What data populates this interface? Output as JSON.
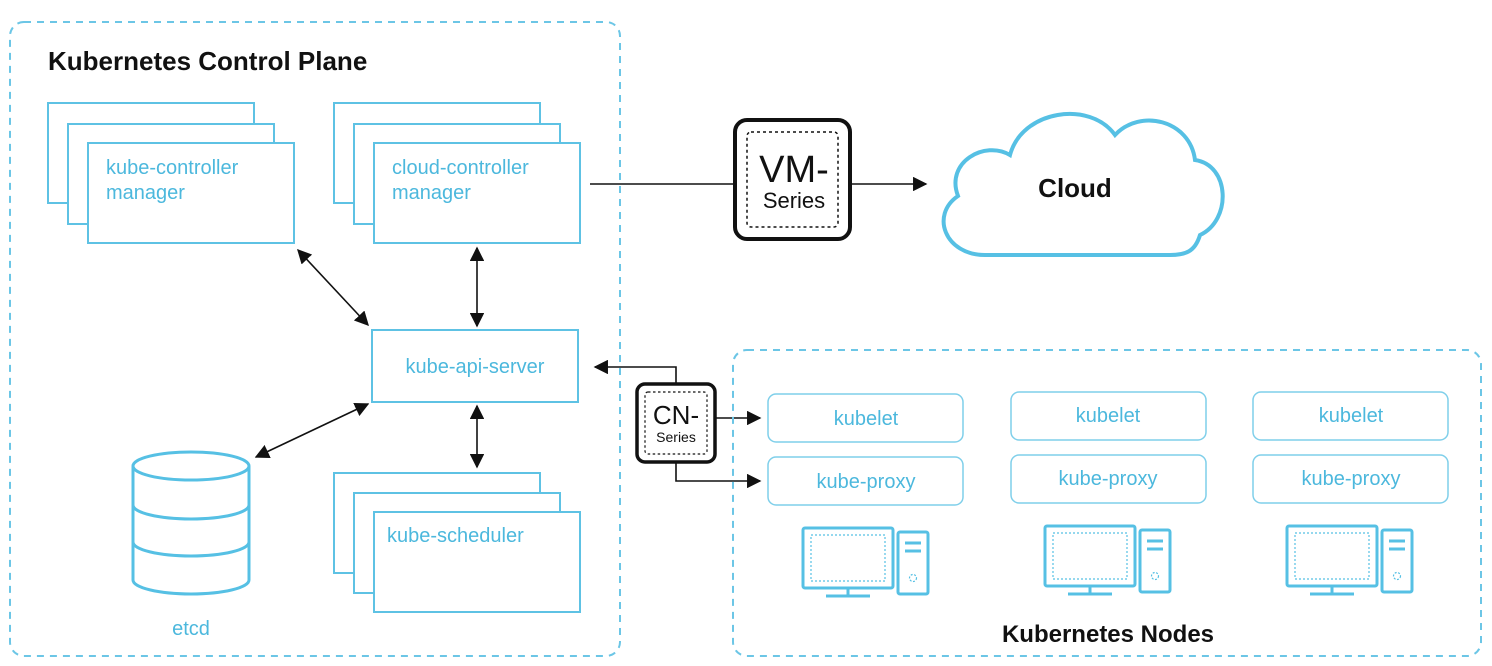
{
  "control_plane": {
    "title": "Kubernetes Control Plane",
    "kube_controller_manager": [
      "kube-controller",
      "manager"
    ],
    "cloud_controller_manager": [
      "cloud-controller",
      "manager"
    ],
    "kube_api_server": "kube-api-server",
    "kube_scheduler": "kube-scheduler",
    "etcd": "etcd"
  },
  "vm_series": {
    "line1": "VM-",
    "line2": "Series"
  },
  "cn_series": {
    "line1": "CN-",
    "line2": "Series"
  },
  "cloud": {
    "label": "Cloud"
  },
  "nodes": {
    "title": "Kubernetes Nodes",
    "items": [
      {
        "kubelet": "kubelet",
        "kube_proxy": "kube-proxy"
      },
      {
        "kubelet": "kubelet",
        "kube_proxy": "kube-proxy"
      },
      {
        "kubelet": "kubelet",
        "kube_proxy": "kube-proxy"
      }
    ]
  },
  "colors": {
    "accent": "#4cb8dd",
    "border": "#6cc6e6",
    "ink": "#111111"
  }
}
